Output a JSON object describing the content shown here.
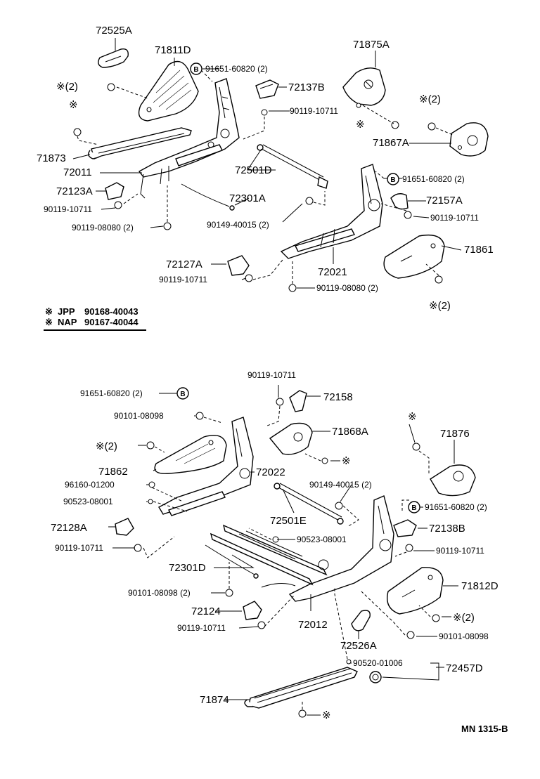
{
  "labels": {
    "p72525A": "72525A",
    "p71811D": "71811D",
    "p91651_top": "91651-60820 (2)",
    "p71875A": "71875A",
    "p72137B": "72137B",
    "p90119_t1": "90119-10711",
    "star2_t1": "※(2)",
    "star_t1": "※",
    "star_t2": "※",
    "star2_t2": "※(2)",
    "p71873": "71873",
    "p71867A": "71867A",
    "p72011": "72011",
    "p72501D": "72501D",
    "p91651_t2": "91651-60820 (2)",
    "p72123A": "72123A",
    "p90119_t2": "90119-10711",
    "p72301A": "72301A",
    "p72157A": "72157A",
    "p90149_t": "90149-40015 (2)",
    "p90119_t3": "90119-10711",
    "p90119_08080_t1": "90119-08080 (2)",
    "p71861": "71861",
    "p72021": "72021",
    "p72127A": "72127A",
    "p90119_t4": "90119-10711",
    "p90119_08080_t2": "90119-08080 (2)",
    "star2_t3": "※(2)",
    "b_top1": "B",
    "b_top2": "B",
    "p90119_b1": "90119-10711",
    "p91651_b1": "91651-60820 (2)",
    "p72158": "72158",
    "p90101_b1": "90101-08098",
    "p71868A": "71868A",
    "star_b1": "※",
    "star_b2": "※",
    "p71876": "71876",
    "star2_b1": "※(2)",
    "p71862": "71862",
    "p72022": "72022",
    "p96160": "96160-01200",
    "p90149_b": "90149-40015 (2)",
    "p90523_b1": "90523-08001",
    "p91651_b2": "91651-60820 (2)",
    "p72501E": "72501E",
    "p72128A": "72128A",
    "p72138B": "72138B",
    "p90523_b2": "90523-08001",
    "p90119_b2": "90119-10711",
    "p90119_b3": "90119-10711",
    "p72301D": "72301D",
    "p71812D": "71812D",
    "p90101_b2": "90101-08098 (2)",
    "p72124": "72124",
    "star2_b2": "※(2)",
    "p90119_b4": "90119-10711",
    "p72012": "72012",
    "p90101_b3": "90101-08098",
    "p72526A": "72526A",
    "p90520": "90520-01006",
    "p72457D": "72457D",
    "p71874": "71874",
    "star_b3": "※",
    "b_bot1": "B",
    "b_bot2": "B"
  },
  "legend": {
    "row1_mark": "※",
    "row1_code": "JPP",
    "row1_part": "90168-40043",
    "row2_mark": "※",
    "row2_code": "NAP",
    "row2_part": "90167-40044"
  },
  "footer": {
    "diagram_code": "MN  1315-B"
  }
}
